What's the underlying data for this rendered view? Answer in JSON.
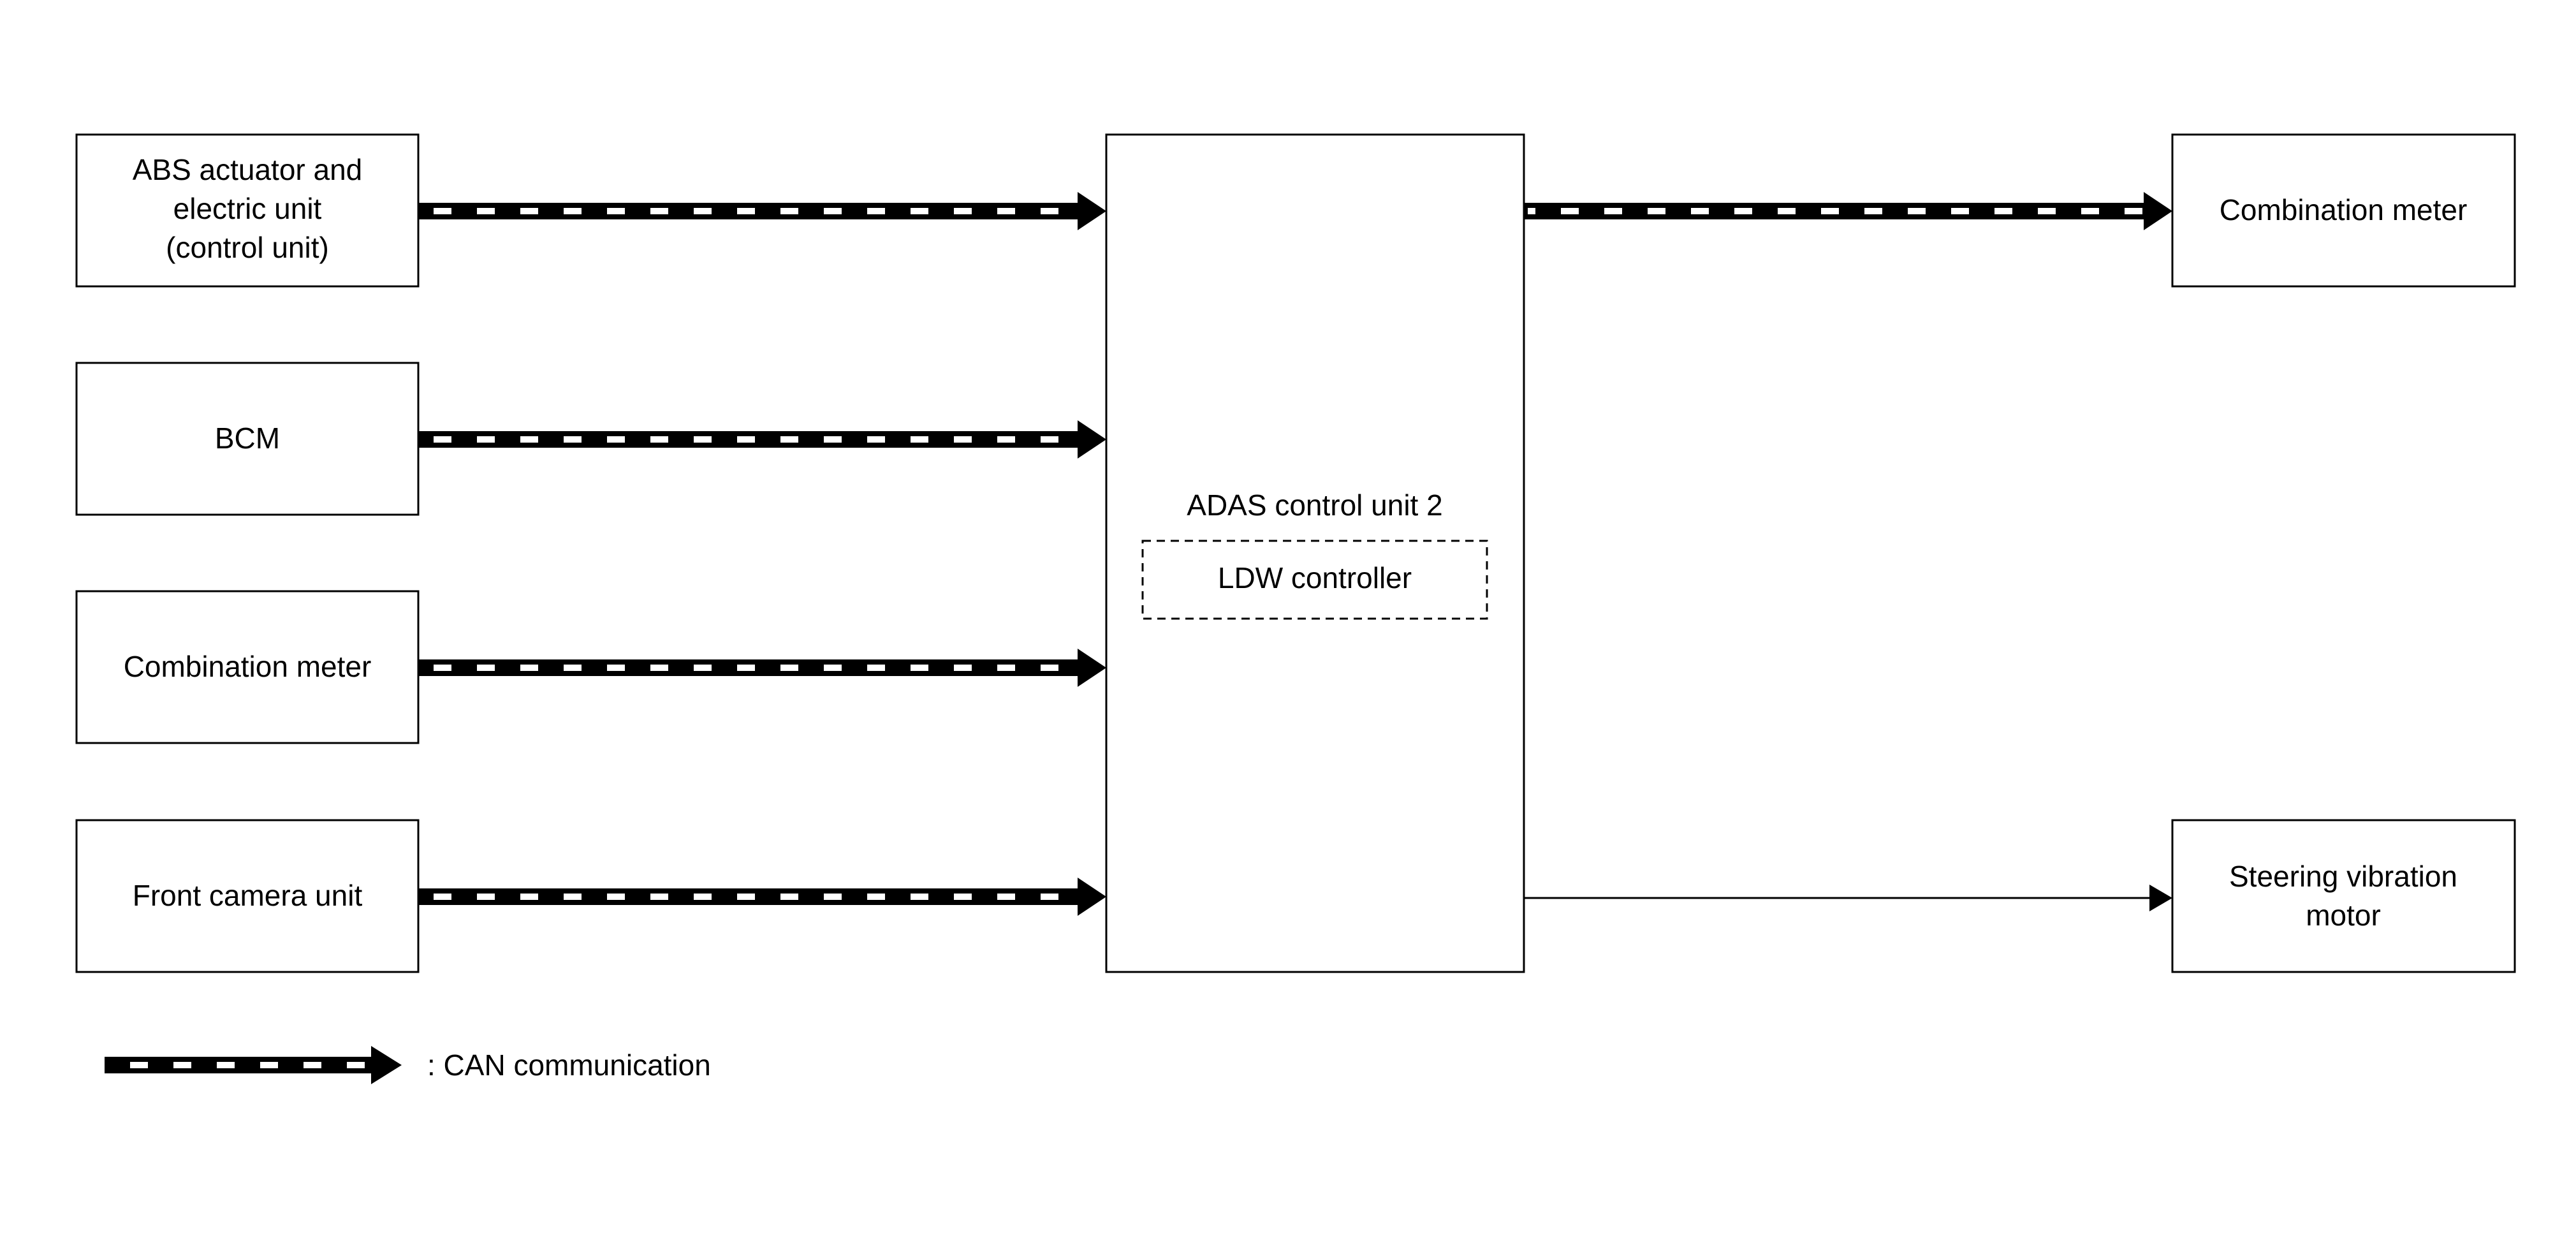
{
  "inputs": [
    {
      "lines": [
        "ABS actuator and",
        "electric unit",
        "(control unit)"
      ]
    },
    {
      "lines": [
        "BCM"
      ]
    },
    {
      "lines": [
        "Combination meter"
      ]
    },
    {
      "lines": [
        "Front camera unit"
      ]
    }
  ],
  "control_unit": {
    "title": "ADAS control unit 2",
    "inner_label": "LDW controller"
  },
  "outputs": [
    {
      "lines": [
        "Combination meter"
      ],
      "link": "CAN communication"
    },
    {
      "lines": [
        "Steering vibration",
        "motor"
      ],
      "link": "signal line"
    }
  ],
  "legend": {
    "can_label": ": CAN communication"
  }
}
